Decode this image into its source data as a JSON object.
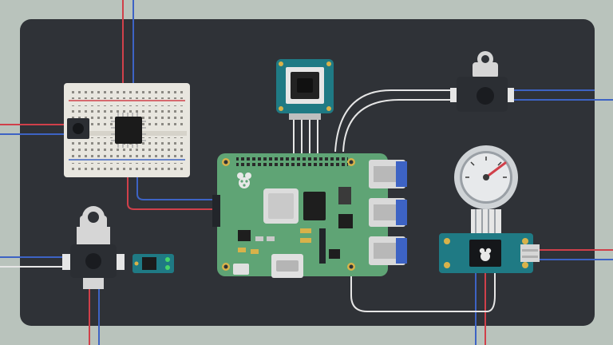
{
  "scene": {
    "background": "#b9c3bc",
    "panel_color": "#2f3237",
    "wire_colors": {
      "red": "#d0404a",
      "blue": "#3d63c4",
      "white": "#e6e6e6"
    }
  },
  "components": [
    {
      "id": "raspberry-pi-board",
      "color": "#5fa475",
      "icon": "raspberry-logo-icon"
    },
    {
      "id": "breadboard",
      "color": "#e8e6df"
    },
    {
      "id": "ic-chip",
      "color": "#1b1b1b"
    },
    {
      "id": "push-button-module",
      "color": "#1f7a84"
    },
    {
      "id": "rotary-sensor-module",
      "color": "#2b2e33"
    },
    {
      "id": "gauge-meter",
      "color": "#9aa0a6",
      "level": 0.8
    },
    {
      "id": "display-module",
      "color": "#1f7a84",
      "icon": "raspberry-logo-icon"
    },
    {
      "id": "led-module",
      "color": "#1f7a84",
      "led_color": "#46d66a"
    },
    {
      "id": "knob-sensor-module",
      "color": "#2b2e33"
    }
  ]
}
